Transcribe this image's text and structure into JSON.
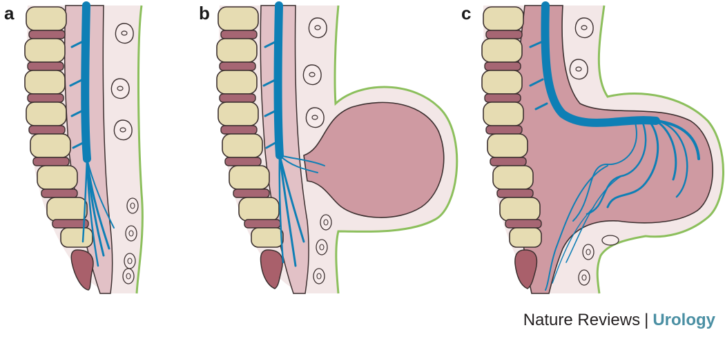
{
  "panels": [
    {
      "label": "a"
    },
    {
      "label": "b"
    },
    {
      "label": "c"
    }
  ],
  "credit": {
    "publisher": "Nature Reviews",
    "separator": "|",
    "journal": "Urology"
  },
  "colors": {
    "skin_outline": "#8cbf5c",
    "skin_fill": "#f3e7e7",
    "dura": "#e2c1c6",
    "csf_sac": "#cf9aa2",
    "vertebra_body": "#e6dcb2",
    "intervertebral_disc": "#a66673",
    "coccyx": "#a9606b",
    "nerve": "#0e7fb5",
    "organ_fill": "#f7ecec"
  }
}
